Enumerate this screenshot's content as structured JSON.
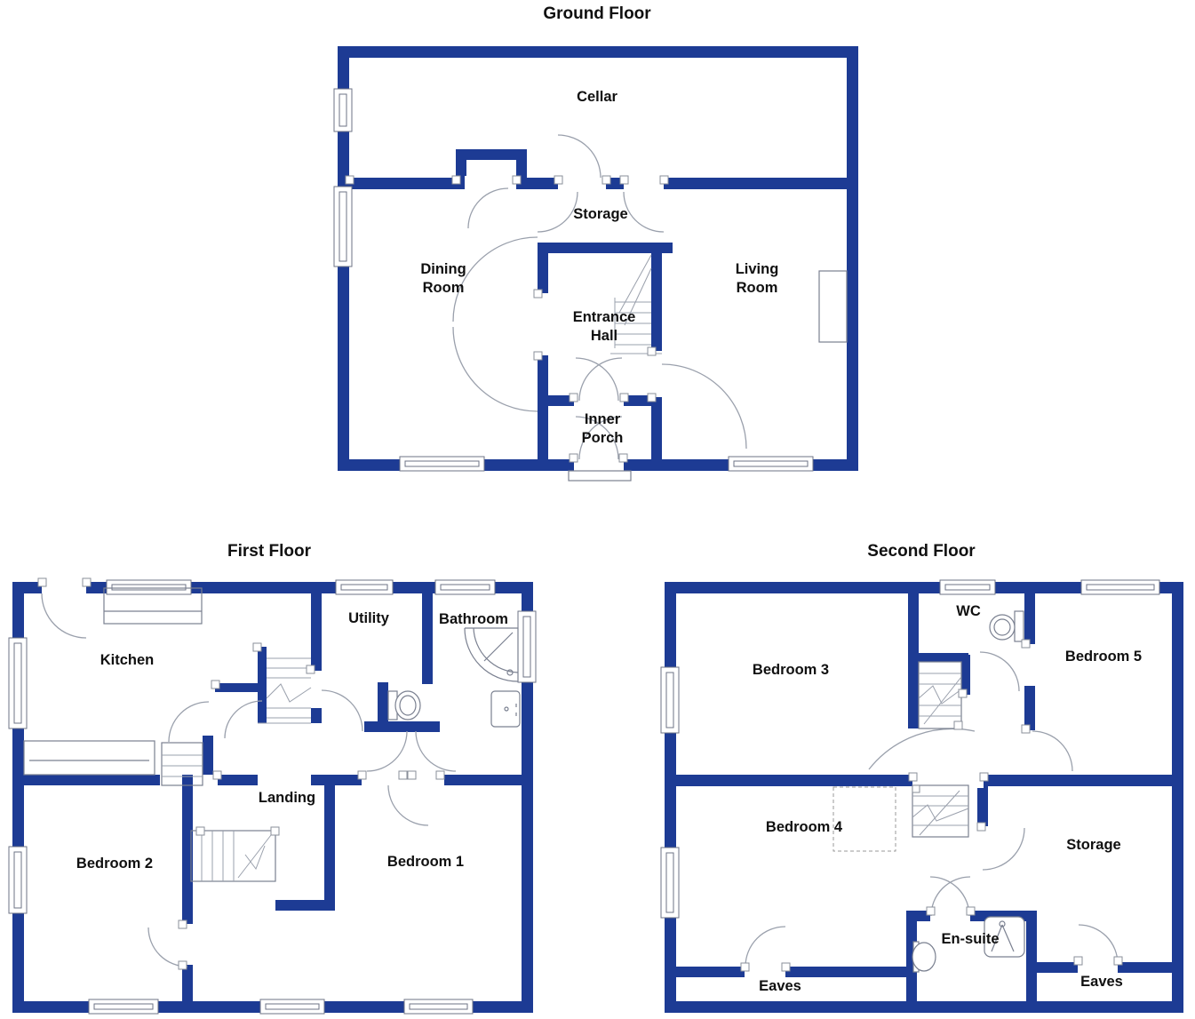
{
  "palette": {
    "wall": "#1d3b94",
    "text": "#101010",
    "door_stroke": "#9aa0ac",
    "fixture_stroke": "#7a8090"
  },
  "ground": {
    "title": "Ground Floor",
    "rooms": {
      "cellar": "Cellar",
      "storage": "Storage",
      "dining_line1": "Dining",
      "dining_line2": "Room",
      "living_line1": "Living",
      "living_line2": "Room",
      "entrance_line1": "Entrance",
      "entrance_line2": "Hall",
      "porch_line1": "Inner",
      "porch_line2": "Porch"
    }
  },
  "first": {
    "title": "First Floor",
    "rooms": {
      "kitchen": "Kitchen",
      "utility": "Utility",
      "bathroom": "Bathroom",
      "landing": "Landing",
      "bedroom2": "Bedroom 2",
      "bedroom1": "Bedroom 1"
    }
  },
  "second": {
    "title": "Second Floor",
    "rooms": {
      "bedroom3": "Bedroom 3",
      "wc": "WC",
      "bedroom5": "Bedroom 5",
      "bedroom4": "Bedroom 4",
      "storage": "Storage",
      "ensuite": "En-suite",
      "eaves_left": "Eaves",
      "eaves_right": "Eaves"
    }
  }
}
